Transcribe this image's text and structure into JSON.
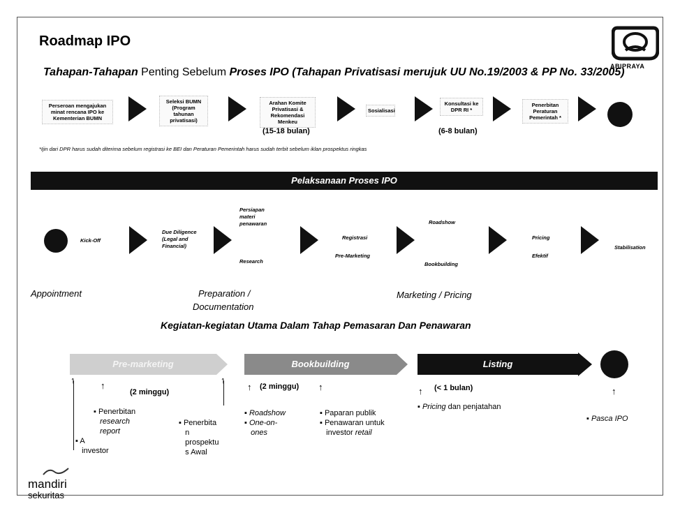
{
  "title": "Roadmap IPO",
  "logo_text": "ABIPRAYA",
  "subtitle": {
    "a": "Tahapan-Tahapan",
    "b": " Penting Sebelum ",
    "c": "Proses IPO (Tahapan Privatisasi merujuk UU No.19/2003 & PP No. 33/2005)"
  },
  "top_steps": [
    "Perseroan mengajukan minat rencana IPO ke Kementerian BUMN",
    "Seleksi BUMN (Program tahunan privatisasi)",
    "Arahan Komite Privatisasi & Rekomendasi Menkeu",
    "Sosialisasi",
    "Konsultasi ke DPR RI *",
    "Penerbitan Peraturan Pemerintah *"
  ],
  "top_durations": [
    "(15-18 bulan)",
    "(6-8 bulan)"
  ],
  "note": "*Ijin dari DPR harus sudah diterima sebelum registrasi ke BEI dan Peraturan Pemerintah harus sudah terbit sebelum iklan prospektus ringkas",
  "banner": "Pelaksanaan Proses IPO",
  "process": {
    "kickoff": "Kick-Off",
    "due_diligence": "Due Diligence (Legal and Financial)",
    "persiapan": "Persiapan materi penawaran",
    "research": "Research",
    "registrasi": "Registrasi",
    "premarketing": "Pre-Marketing",
    "roadshow": "Roadshow",
    "bookbuilding": "Bookbuilding",
    "pricing": "Pricing",
    "efektif": "Efektif",
    "stabilisation": "Stabilisation"
  },
  "phases": {
    "appointment": "Appointment",
    "prep1": "Preparation /",
    "prep2": "Documentation",
    "marketing": "Marketing / Pricing"
  },
  "section2": "Kegiatan-kegiatan Utama Dalam Tahap Pemasaran Dan Penawaran",
  "bars": {
    "premarketing": "Pre-marketing",
    "bookbuilding": "Bookbuilding",
    "listing": "Listing"
  },
  "durations": {
    "d1": "(2 minggu)",
    "d2": "(2 minggu)",
    "d3": "(< 1 bulan)"
  },
  "bullets": {
    "b1_1": "Penerbitan",
    "b1_2": "research",
    "b1_3": "report",
    "b2_1": "A",
    "b2_2": "investor",
    "b3_1": "Penerbita",
    "b3_2": "n",
    "b3_3": "prospektu",
    "b3_4": "s Awal",
    "b4_1": "Roadshow",
    "b4_2": "One-on-",
    "b4_3": "ones",
    "b5_1": "Paparan publik",
    "b5_2": "Penawaran untuk",
    "b5_3": "investor",
    "b5_4": "retail",
    "b6_1": "Pricing",
    "b6_2": " dan penjatahan",
    "b7": "Pasca IPO"
  },
  "footer": {
    "brand": "mandiri",
    "sub": "sekuritas"
  }
}
